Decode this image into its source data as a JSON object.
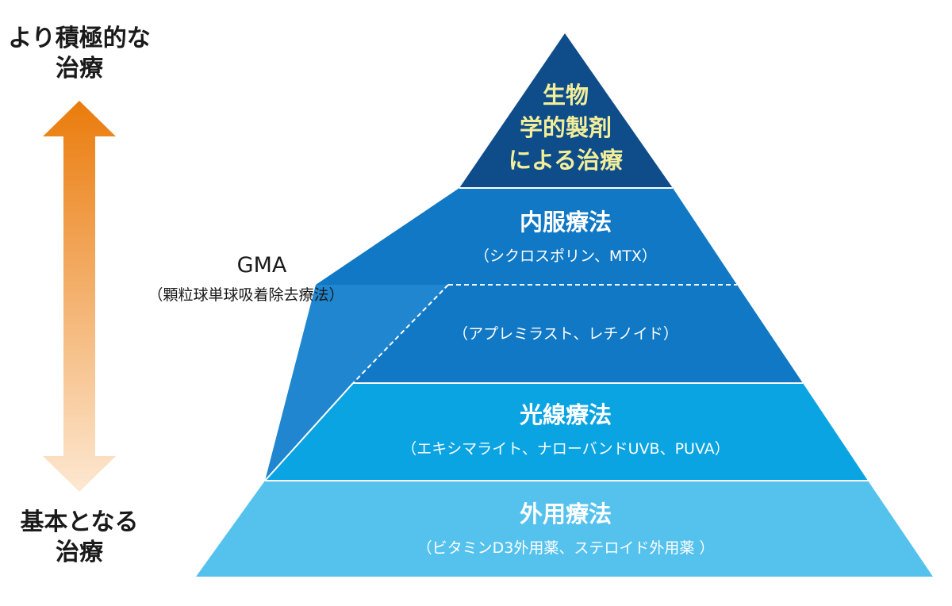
{
  "left_axis": {
    "top_label_line1": "より積極的な",
    "top_label_line2": "治療",
    "bottom_label_line1": "基本となる",
    "bottom_label_line2": "治療"
  },
  "gma": {
    "title": "GMA",
    "subtitle": "（顆粒球単球吸着除去療法）"
  },
  "pyramid": {
    "apex": {
      "line1": "生物",
      "line2": "学的製剤",
      "line3": "による治療"
    },
    "oral": {
      "title": "内服療法",
      "subtitle": "（シクロスポリン、MTX）"
    },
    "oral_new": {
      "subtitle": "（アプレミラスト、レチノイド）"
    },
    "phototherapy": {
      "title": "光線療法",
      "subtitle": "（エキシマライト、ナローバンドUVB、PUVA）"
    },
    "topical": {
      "title": "外用療法",
      "subtitle": "（ビタミンD3外用薬、ステロイド外用薬 ）"
    }
  },
  "colors": {
    "apex": "#0e4d8a",
    "oral": "#1078c4",
    "oral_new": "#1078c4",
    "gma_band": "#1f86cf",
    "phototherapy": "#0aa4e3",
    "topical": "#55c2ee",
    "apex_text": "#f3ee9a",
    "arrow_top": "#ea7b0b",
    "arrow_bottom": "#fde8d2"
  }
}
